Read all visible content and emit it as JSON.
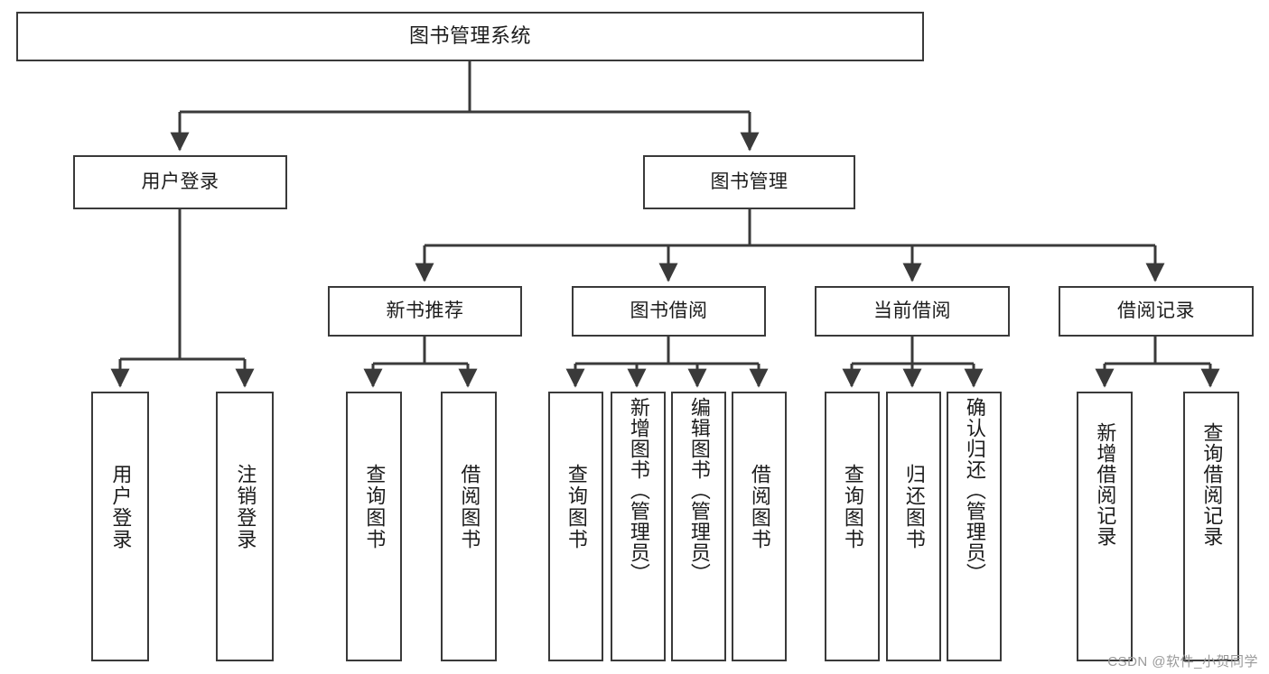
{
  "diagram": {
    "type": "tree",
    "title": "图书管理系统",
    "root": {
      "id": "root",
      "label": "图书管理系统"
    },
    "level1": [
      {
        "id": "user-login",
        "label": "用户登录"
      },
      {
        "id": "book-manage",
        "label": "图书管理"
      }
    ],
    "level2": [
      {
        "id": "new-book-rec",
        "label": "新书推荐",
        "parent": "book-manage"
      },
      {
        "id": "book-borrow",
        "label": "图书借阅",
        "parent": "book-manage"
      },
      {
        "id": "current-borrow",
        "label": "当前借阅",
        "parent": "book-manage"
      },
      {
        "id": "borrow-record",
        "label": "借阅记录",
        "parent": "book-manage"
      }
    ],
    "leaves": [
      {
        "id": "leaf-user-login",
        "label": "用户登录",
        "parent": "user-login"
      },
      {
        "id": "leaf-logout",
        "label": "注销登录",
        "parent": "user-login"
      },
      {
        "id": "leaf-query-book-1",
        "label": "查询图书",
        "parent": "new-book-rec"
      },
      {
        "id": "leaf-borrow-book-1",
        "label": "借阅图书",
        "parent": "new-book-rec"
      },
      {
        "id": "leaf-query-book-2",
        "label": "查询图书",
        "parent": "book-borrow"
      },
      {
        "id": "leaf-add-book",
        "label": "新增图书（管理员）",
        "parent": "book-borrow"
      },
      {
        "id": "leaf-edit-book",
        "label": "编辑图书（管理员）",
        "parent": "book-borrow"
      },
      {
        "id": "leaf-borrow-book-2",
        "label": "借阅图书",
        "parent": "book-borrow"
      },
      {
        "id": "leaf-query-book-3",
        "label": "查询图书",
        "parent": "current-borrow"
      },
      {
        "id": "leaf-return-book",
        "label": "归还图书",
        "parent": "current-borrow"
      },
      {
        "id": "leaf-confirm-return",
        "label": "确认归还（管理员）",
        "parent": "current-borrow"
      },
      {
        "id": "leaf-add-record",
        "label": "新增借阅记录",
        "parent": "borrow-record"
      },
      {
        "id": "leaf-query-record",
        "label": "查询借阅记录",
        "parent": "borrow-record"
      }
    ],
    "colors": {
      "stroke": "#3a3a3a",
      "fill": "#ffffff",
      "text": "#1c1c1c",
      "watermark": "#9a9a9a"
    }
  },
  "watermark": {
    "text": "CSDN @软件_小贺同学"
  }
}
